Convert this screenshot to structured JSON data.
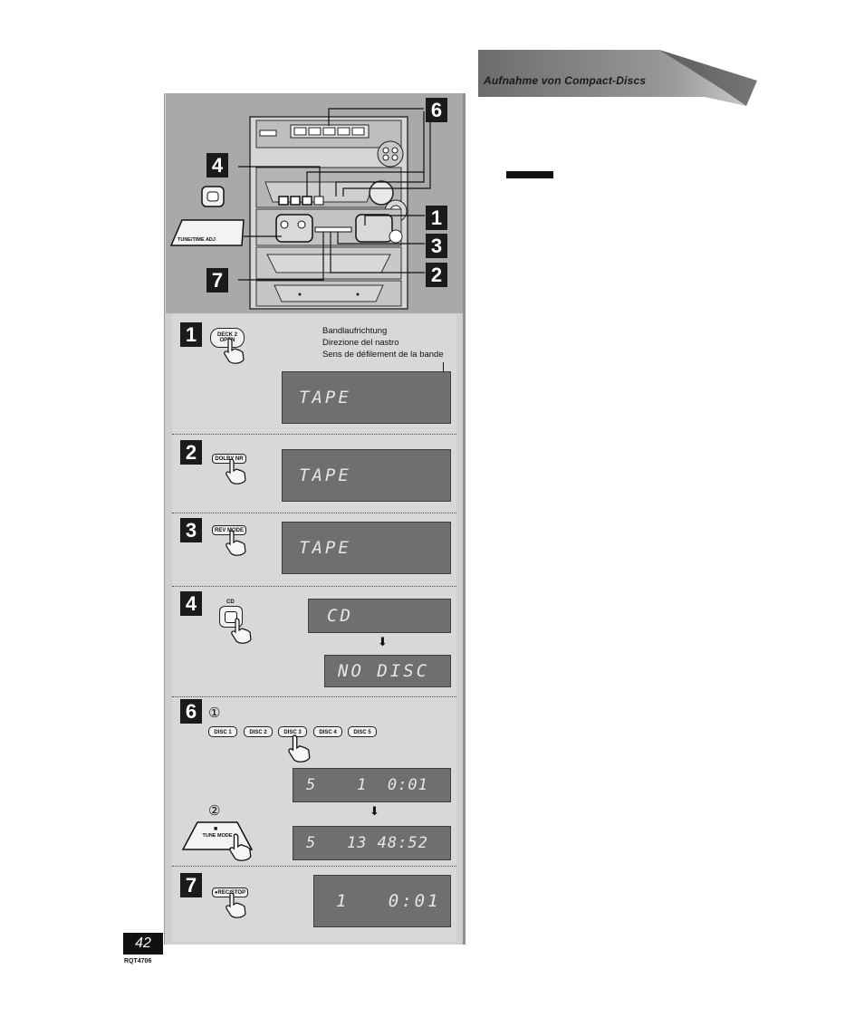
{
  "header": {
    "banner_text": "Aufnahme von Compact-Discs"
  },
  "figure": {
    "labels": {
      "top_right": "6",
      "left_upper": "4",
      "right_1": "1",
      "right_3": "3",
      "right_2": "2",
      "left_lower": "7"
    },
    "remote_label": "TUNE/TIME ADJ"
  },
  "steps": {
    "s1": {
      "number": "1",
      "button_line1": "DECK 2",
      "button_line2": "OPEN",
      "direction_de": "Bandlaufrichtung",
      "direction_it": "Direzione del nastro",
      "direction_fr": "Sens de défilement de la bande",
      "display": "TAPE"
    },
    "s2": {
      "number": "2",
      "button": "DOLBY NR",
      "display": "TAPE"
    },
    "s3": {
      "number": "3",
      "button": "REV MODE",
      "display": "TAPE"
    },
    "s4": {
      "number": "4",
      "button": "CD",
      "display_a": "CD",
      "display_b": "NO DISC"
    },
    "s6": {
      "number": "6",
      "sub1": "①",
      "sub2": "②",
      "disc_buttons": [
        "DISC 1",
        "DISC 2",
        "DISC 3",
        "DISC 4",
        "DISC 5"
      ],
      "display_a": "5    1  0:01",
      "display_b": "5   13 48:52",
      "tune_button_symbol": "■",
      "tune_button": "TUNE MODE"
    },
    "s7": {
      "number": "7",
      "button": "●REC/STOP",
      "display": "1   0:01"
    }
  },
  "footer": {
    "page_number": "42",
    "doc_code": "RQT4706"
  }
}
